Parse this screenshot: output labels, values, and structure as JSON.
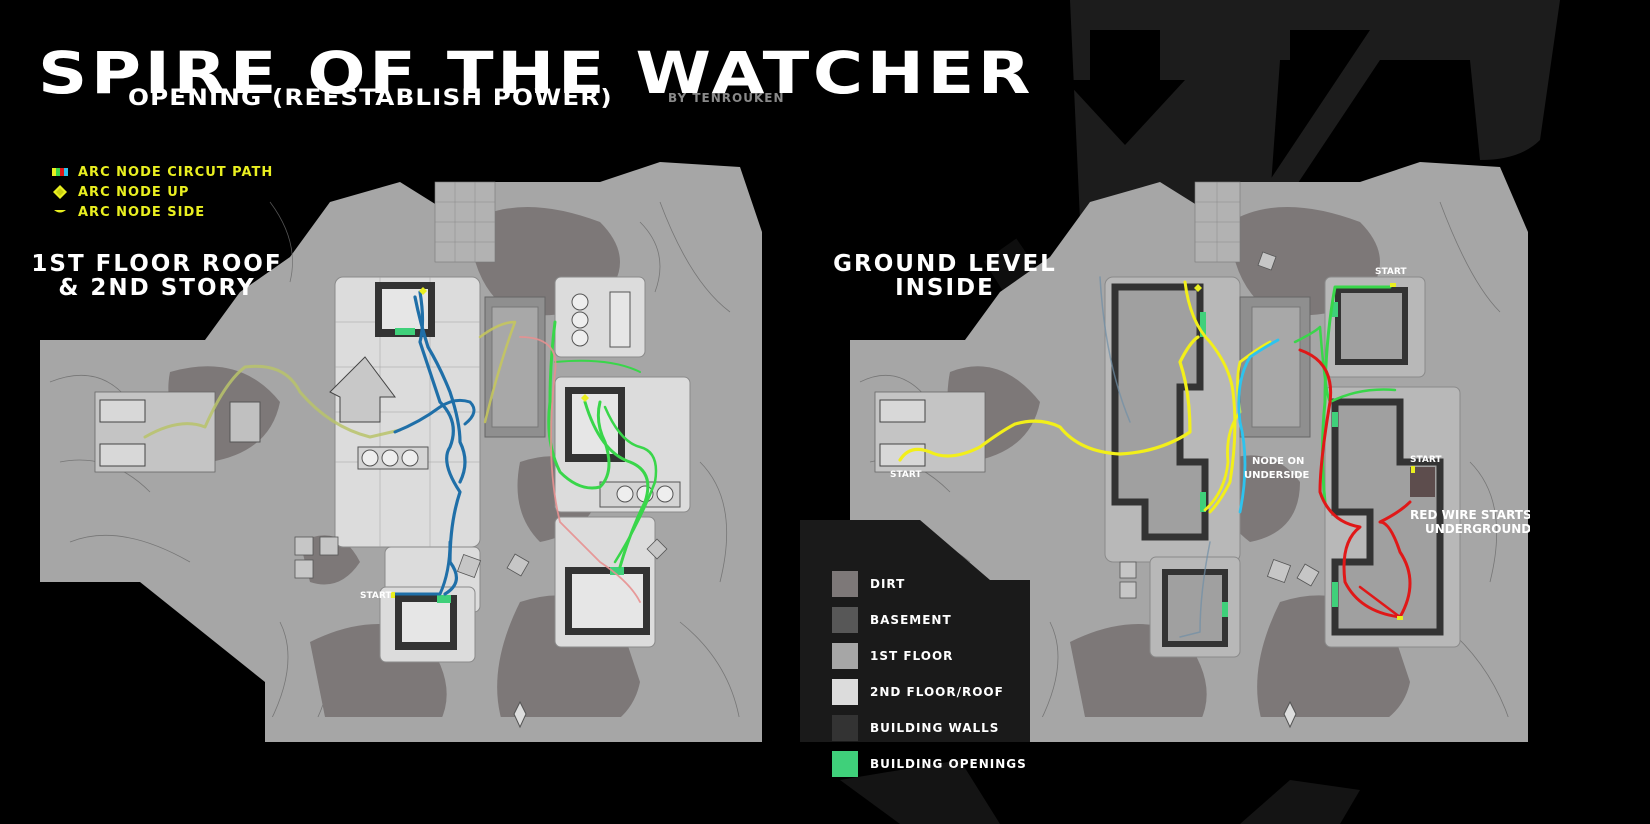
{
  "header": {
    "title": "SPIRE OF THE WATCHER",
    "subtitle": "OPENING (REESTABLISH POWER)",
    "byline": "BY TENROUKEN"
  },
  "arc_legend": {
    "items": [
      {
        "icon": "circuit-path-icon",
        "label": "ARC NODE CIRCUT PATH"
      },
      {
        "icon": "arc-node-up-icon",
        "label": "ARC NODE UP"
      },
      {
        "icon": "arc-node-side-icon",
        "label": "ARC NODE SIDE"
      }
    ],
    "label_color": "#e9ef20"
  },
  "maps": {
    "left": {
      "title_line1": "1ST FLOOR ROOF",
      "title_line2": "& 2ND STORY",
      "annotations": {
        "start": "START"
      }
    },
    "right": {
      "title_line1": "GROUND LEVEL",
      "title_line2": "INSIDE",
      "annotations": {
        "start_west": "START",
        "start_north": "START",
        "start_east": "START",
        "node_underside_line1": "NODE ON",
        "node_underside_line2": "UNDERSIDE",
        "red_wire_line1": "RED WIRE STARTS",
        "red_wire_line2": "UNDERGROUND"
      }
    }
  },
  "terrain_legend": {
    "items": [
      {
        "label": "DIRT",
        "color": "#7d7878"
      },
      {
        "label": "BASEMENT",
        "color": "#575757"
      },
      {
        "label": "1ST FLOOR",
        "color": "#a6a6a6"
      },
      {
        "label": "2ND FLOOR/ROOF",
        "color": "#dcdcdc"
      },
      {
        "label": "BUILDING WALLS",
        "color": "#333333"
      },
      {
        "label": "BUILDING OPENINGS",
        "color": "#3fd07a"
      }
    ]
  },
  "path_colors": {
    "yellow": "#f2ef1a",
    "blue": "#1f6fa8",
    "cyan": "#2ec3ee",
    "green": "#39d64a",
    "red": "#e01818",
    "opening": "#3fd07a"
  }
}
